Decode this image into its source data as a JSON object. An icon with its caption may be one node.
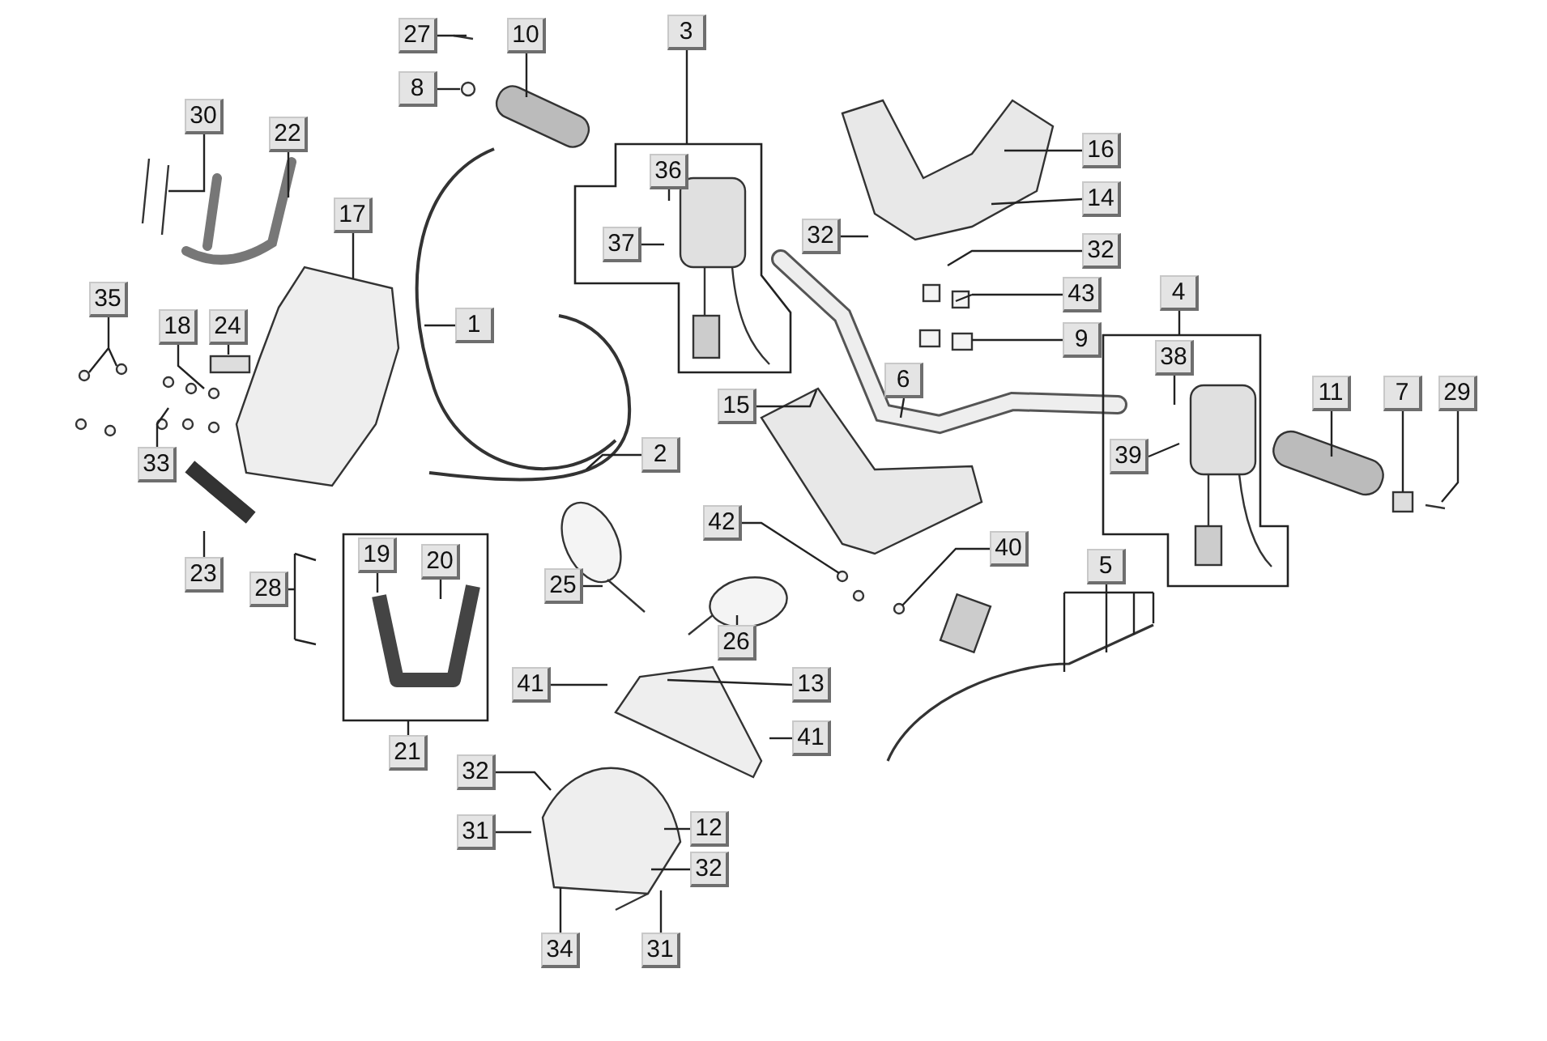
{
  "diagram": {
    "nodes": [
      {
        "text": [
          "27"
        ]
      },
      {
        "text": [
          "10"
        ]
      },
      {
        "text": [
          "3"
        ]
      },
      {
        "text": [],
        "shape": "box"
      },
      {
        "text": [
          "8"
        ]
      },
      {
        "text": [
          "30"
        ]
      },
      {
        "text": [
          "22"
        ]
      },
      {
        "text": [
          "16"
        ]
      },
      {
        "text": [
          "36"
        ],
        "in": 3
      },
      {
        "text": [
          "17"
        ]
      },
      {
        "text": [
          "14"
        ]
      },
      {
        "text": [
          "32"
        ]
      },
      {
        "text": [
          "37"
        ],
        "in": 3
      },
      {
        "text": [
          "32"
        ]
      },
      {
        "text": [
          "35"
        ]
      },
      {
        "text": [
          "43"
        ]
      },
      {
        "text": [
          "4"
        ]
      },
      {
        "text": [],
        "shape": "box"
      },
      {
        "text": [
          "18"
        ]
      },
      {
        "text": [
          "24"
        ]
      },
      {
        "text": [
          "1"
        ]
      },
      {
        "text": [
          "9"
        ]
      },
      {
        "text": [
          "38"
        ],
        "in": 17
      },
      {
        "text": [
          "6"
        ]
      },
      {
        "text": [
          "11"
        ]
      },
      {
        "text": [
          "7"
        ]
      },
      {
        "text": [
          "29"
        ]
      },
      {
        "text": [
          "15"
        ]
      },
      {
        "text": [
          "39"
        ],
        "in": 17
      },
      {
        "text": [
          "2"
        ]
      },
      {
        "text": [
          "33"
        ]
      },
      {
        "text": [
          "42"
        ]
      },
      {
        "text": [
          "40"
        ]
      },
      {
        "text": [
          "5"
        ]
      },
      {
        "text": [
          "23"
        ]
      },
      {
        "text": [
          "25"
        ]
      },
      {
        "text": [],
        "shape": "box"
      },
      {
        "text": [
          "19"
        ],
        "in": 36
      },
      {
        "text": [
          "20"
        ],
        "in": 36
      },
      {
        "text": [
          "28"
        ]
      },
      {
        "text": [
          "26"
        ]
      },
      {
        "text": [
          "21"
        ]
      },
      {
        "text": [
          "41"
        ]
      },
      {
        "text": [
          "13"
        ]
      },
      {
        "text": [
          "41"
        ]
      },
      {
        "text": [
          "32"
        ]
      },
      {
        "text": [
          "31"
        ]
      },
      {
        "text": [
          "12"
        ]
      },
      {
        "text": [
          "32"
        ]
      },
      {
        "text": [
          "34"
        ]
      },
      {
        "text": [
          "31"
        ]
      }
    ],
    "edges": [
      {
        "from": 0,
        "to": null,
        "arrow": "none"
      },
      {
        "from": 1,
        "to": null,
        "arrow": "none"
      },
      {
        "from": 2,
        "to": 3,
        "arrow": "none"
      },
      {
        "from": 4,
        "to": null,
        "arrow": "none"
      },
      {
        "from": 5,
        "to": null,
        "arrow": "none"
      },
      {
        "from": 6,
        "to": null,
        "arrow": "none"
      },
      {
        "from": 7,
        "to": null,
        "arrow": "none"
      },
      {
        "from": 8,
        "to": null,
        "arrow": "none"
      },
      {
        "from": 9,
        "to": null,
        "arrow": "none"
      },
      {
        "from": 10,
        "to": null,
        "arrow": "none"
      },
      {
        "from": 11,
        "to": null,
        "arrow": "none"
      },
      {
        "from": 12,
        "to": null,
        "arrow": "none"
      },
      {
        "from": 13,
        "to": null,
        "arrow": "none"
      },
      {
        "from": 14,
        "to": null,
        "arrow": "none"
      },
      {
        "from": 15,
        "to": null,
        "arrow": "none"
      },
      {
        "from": 16,
        "to": 17,
        "arrow": "none"
      },
      {
        "from": 18,
        "to": null,
        "arrow": "none"
      },
      {
        "from": 19,
        "to": null,
        "arrow": "none"
      },
      {
        "from": 20,
        "to": null,
        "arrow": "none"
      },
      {
        "from": 21,
        "to": null,
        "arrow": "none"
      },
      {
        "from": 22,
        "to": null,
        "arrow": "none"
      },
      {
        "from": 23,
        "to": null,
        "arrow": "none"
      },
      {
        "from": 24,
        "to": null,
        "arrow": "none"
      },
      {
        "from": 25,
        "to": null,
        "arrow": "none"
      },
      {
        "from": 26,
        "to": null,
        "arrow": "none"
      },
      {
        "from": 27,
        "to": null,
        "arrow": "none"
      },
      {
        "from": 28,
        "to": null,
        "arrow": "none"
      },
      {
        "from": 29,
        "to": null,
        "arrow": "none"
      },
      {
        "from": 30,
        "to": null,
        "arrow": "none"
      },
      {
        "from": 31,
        "to": null,
        "arrow": "none"
      },
      {
        "from": 32,
        "to": null,
        "arrow": "none"
      },
      {
        "from": 33,
        "to": null,
        "arrow": "none"
      },
      {
        "from": 34,
        "to": null,
        "arrow": "none"
      },
      {
        "from": 35,
        "to": null,
        "arrow": "none"
      },
      {
        "from": 37,
        "to": null,
        "arrow": "none"
      },
      {
        "from": 38,
        "to": null,
        "arrow": "none"
      },
      {
        "from": 39,
        "to": null,
        "arrow": "none"
      },
      {
        "from": 40,
        "to": null,
        "arrow": "none"
      },
      {
        "from": 41,
        "to": 36,
        "arrow": "none"
      },
      {
        "from": 42,
        "to": null,
        "arrow": "none"
      },
      {
        "from": 43,
        "to": null,
        "arrow": "none"
      },
      {
        "from": 44,
        "to": null,
        "arrow": "none"
      },
      {
        "from": 45,
        "to": null,
        "arrow": "none"
      },
      {
        "from": 46,
        "to": null,
        "arrow": "none"
      },
      {
        "from": 47,
        "to": null,
        "arrow": "none"
      },
      {
        "from": 48,
        "to": null,
        "arrow": "none"
      },
      {
        "from": 49,
        "to": null,
        "arrow": "none"
      },
      {
        "from": 50,
        "to": null,
        "arrow": "none"
      }
    ]
  }
}
